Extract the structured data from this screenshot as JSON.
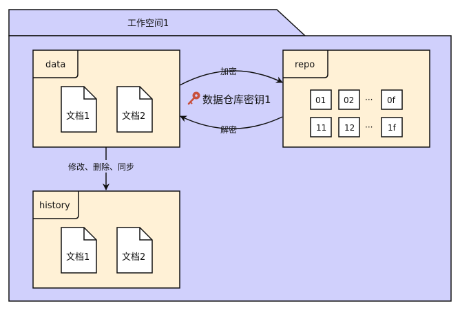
{
  "workspace": {
    "title": "工作空间1"
  },
  "data_pkg": {
    "label": "data",
    "docs": [
      "文档1",
      "文档2"
    ]
  },
  "history_pkg": {
    "label": "history",
    "docs": [
      "文档1",
      "文档2"
    ]
  },
  "repo_pkg": {
    "label": "repo",
    "row1": [
      "01",
      "02",
      "···",
      "0f"
    ],
    "row2": [
      "11",
      "12",
      "···",
      "1f"
    ]
  },
  "edges": {
    "encrypt": "加密",
    "decrypt": "解密",
    "key": "数据仓库密钥1",
    "key_icon": "key-icon",
    "modify": "修改、删除、同步"
  },
  "colors": {
    "workspace_fill": "#d0d0fc",
    "package_fill": "#fff1d6",
    "stroke": "#111111",
    "key_icon": "#c8503c"
  }
}
